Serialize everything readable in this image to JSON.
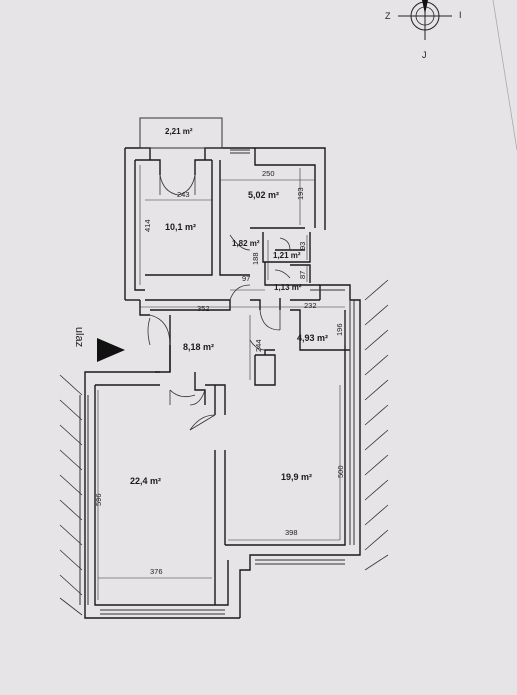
{
  "compass": {
    "west": "Z",
    "east": "I",
    "south": "J"
  },
  "entry": {
    "label": "ulaz"
  },
  "rooms": [
    {
      "id": "balcony",
      "area": "2,21 m²"
    },
    {
      "id": "bathroom",
      "area": "5,02 m²"
    },
    {
      "id": "bedroom",
      "area": "10,1 m²"
    },
    {
      "id": "corridor-small",
      "area": "1,82 m²"
    },
    {
      "id": "wc",
      "area": "1,21 m²"
    },
    {
      "id": "storage",
      "area": "1,13 m²"
    },
    {
      "id": "hall",
      "area": "8,18 m²"
    },
    {
      "id": "kitchen",
      "area": "4,93 m²"
    },
    {
      "id": "living-left",
      "area": "22,4 m²"
    },
    {
      "id": "living-right",
      "area": "19,9 m²"
    }
  ],
  "dimensions": [
    "250",
    "243",
    "193",
    "414",
    "188",
    "93",
    "97",
    "87",
    "352",
    "232",
    "196",
    "244",
    "596",
    "500",
    "398",
    "376"
  ]
}
